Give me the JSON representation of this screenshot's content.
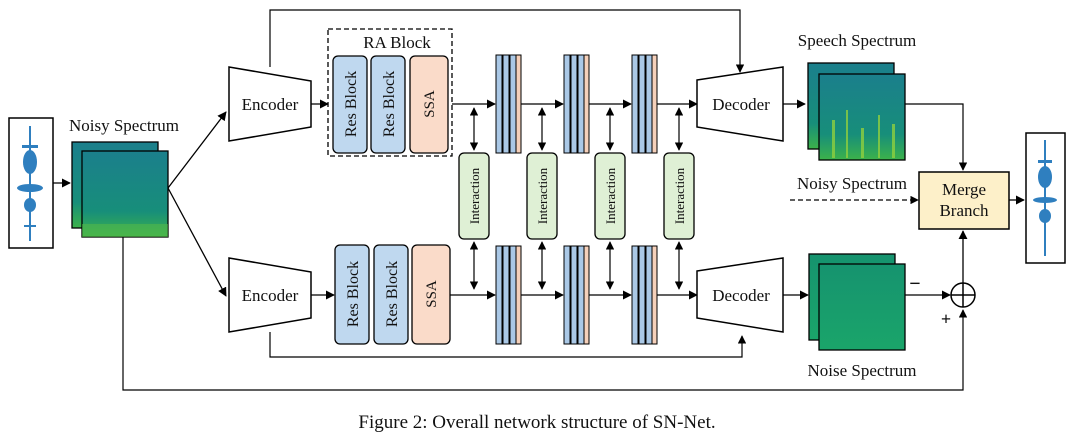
{
  "labels": {
    "noisy_spectrum_input": "Noisy Spectrum",
    "encoder": "Encoder",
    "decoder": "Decoder",
    "ra_block": "RA Block",
    "res_block": "Res Block",
    "ssa": "SSA",
    "interaction": "Interaction",
    "speech_spectrum": "Speech Spectrum",
    "noise_spectrum": "Noise Spectrum",
    "noisy_spectrum_merge": "Noisy Spectrum",
    "merge_branch_line1": "Merge",
    "merge_branch_line2": "Branch",
    "minus_sign": "−",
    "plus_sign": "+",
    "caption": "Figure 2: Overall network structure of SN-Net."
  },
  "colors": {
    "res_block_fill": "#bfd8ef",
    "ssa_fill": "#fadbc9",
    "interaction_fill": "#dff0d5",
    "merge_fill": "#fdf0c9",
    "bar_blue": "#aac8e6",
    "bar_peach": "#f5d0ba",
    "waveform": "#2f7fbf",
    "spectrum_teal": "#17907c",
    "spectrum_green": "#1aa36b"
  }
}
